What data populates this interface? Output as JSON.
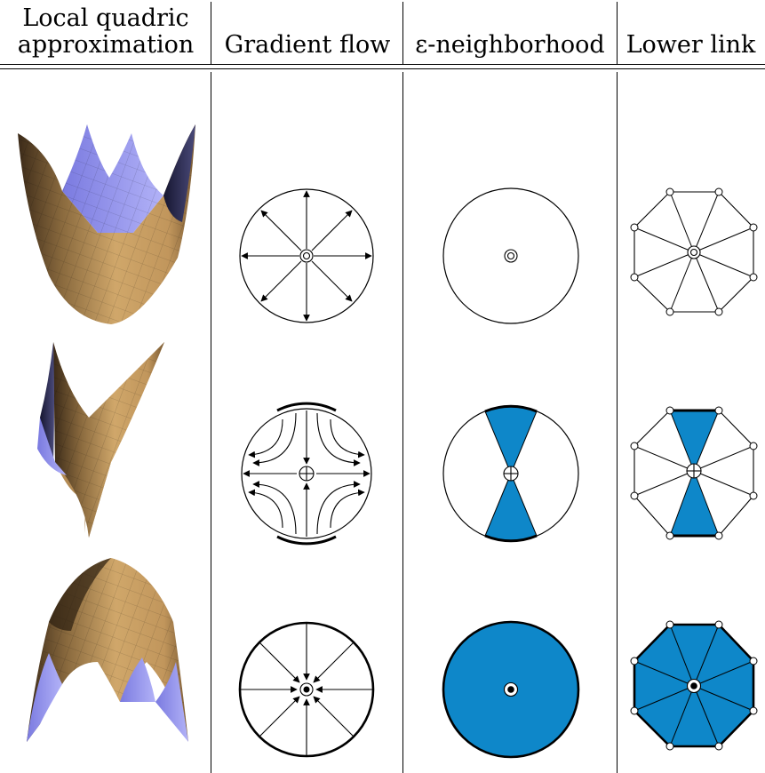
{
  "table": {
    "columns": [
      {
        "line1": "Local quadric",
        "line2": "approximation"
      },
      {
        "line1": "Gradient flow"
      },
      {
        "line1": "ε-neighborhood"
      },
      {
        "line1": "Lower link"
      }
    ],
    "rows": [
      {
        "critical_point": "minimum",
        "center_marker": "double-circle"
      },
      {
        "critical_point": "saddle",
        "center_marker": "circle-plus"
      },
      {
        "critical_point": "maximum",
        "center_marker": "filled-dot-in-circle"
      }
    ]
  },
  "colors": {
    "lower_fill": "#0e87c9",
    "surface_tan": "#c79e62",
    "surface_tan_dark": "#4a3520",
    "surface_lavender": "#9c9cf0",
    "surface_navy": "#262645"
  }
}
